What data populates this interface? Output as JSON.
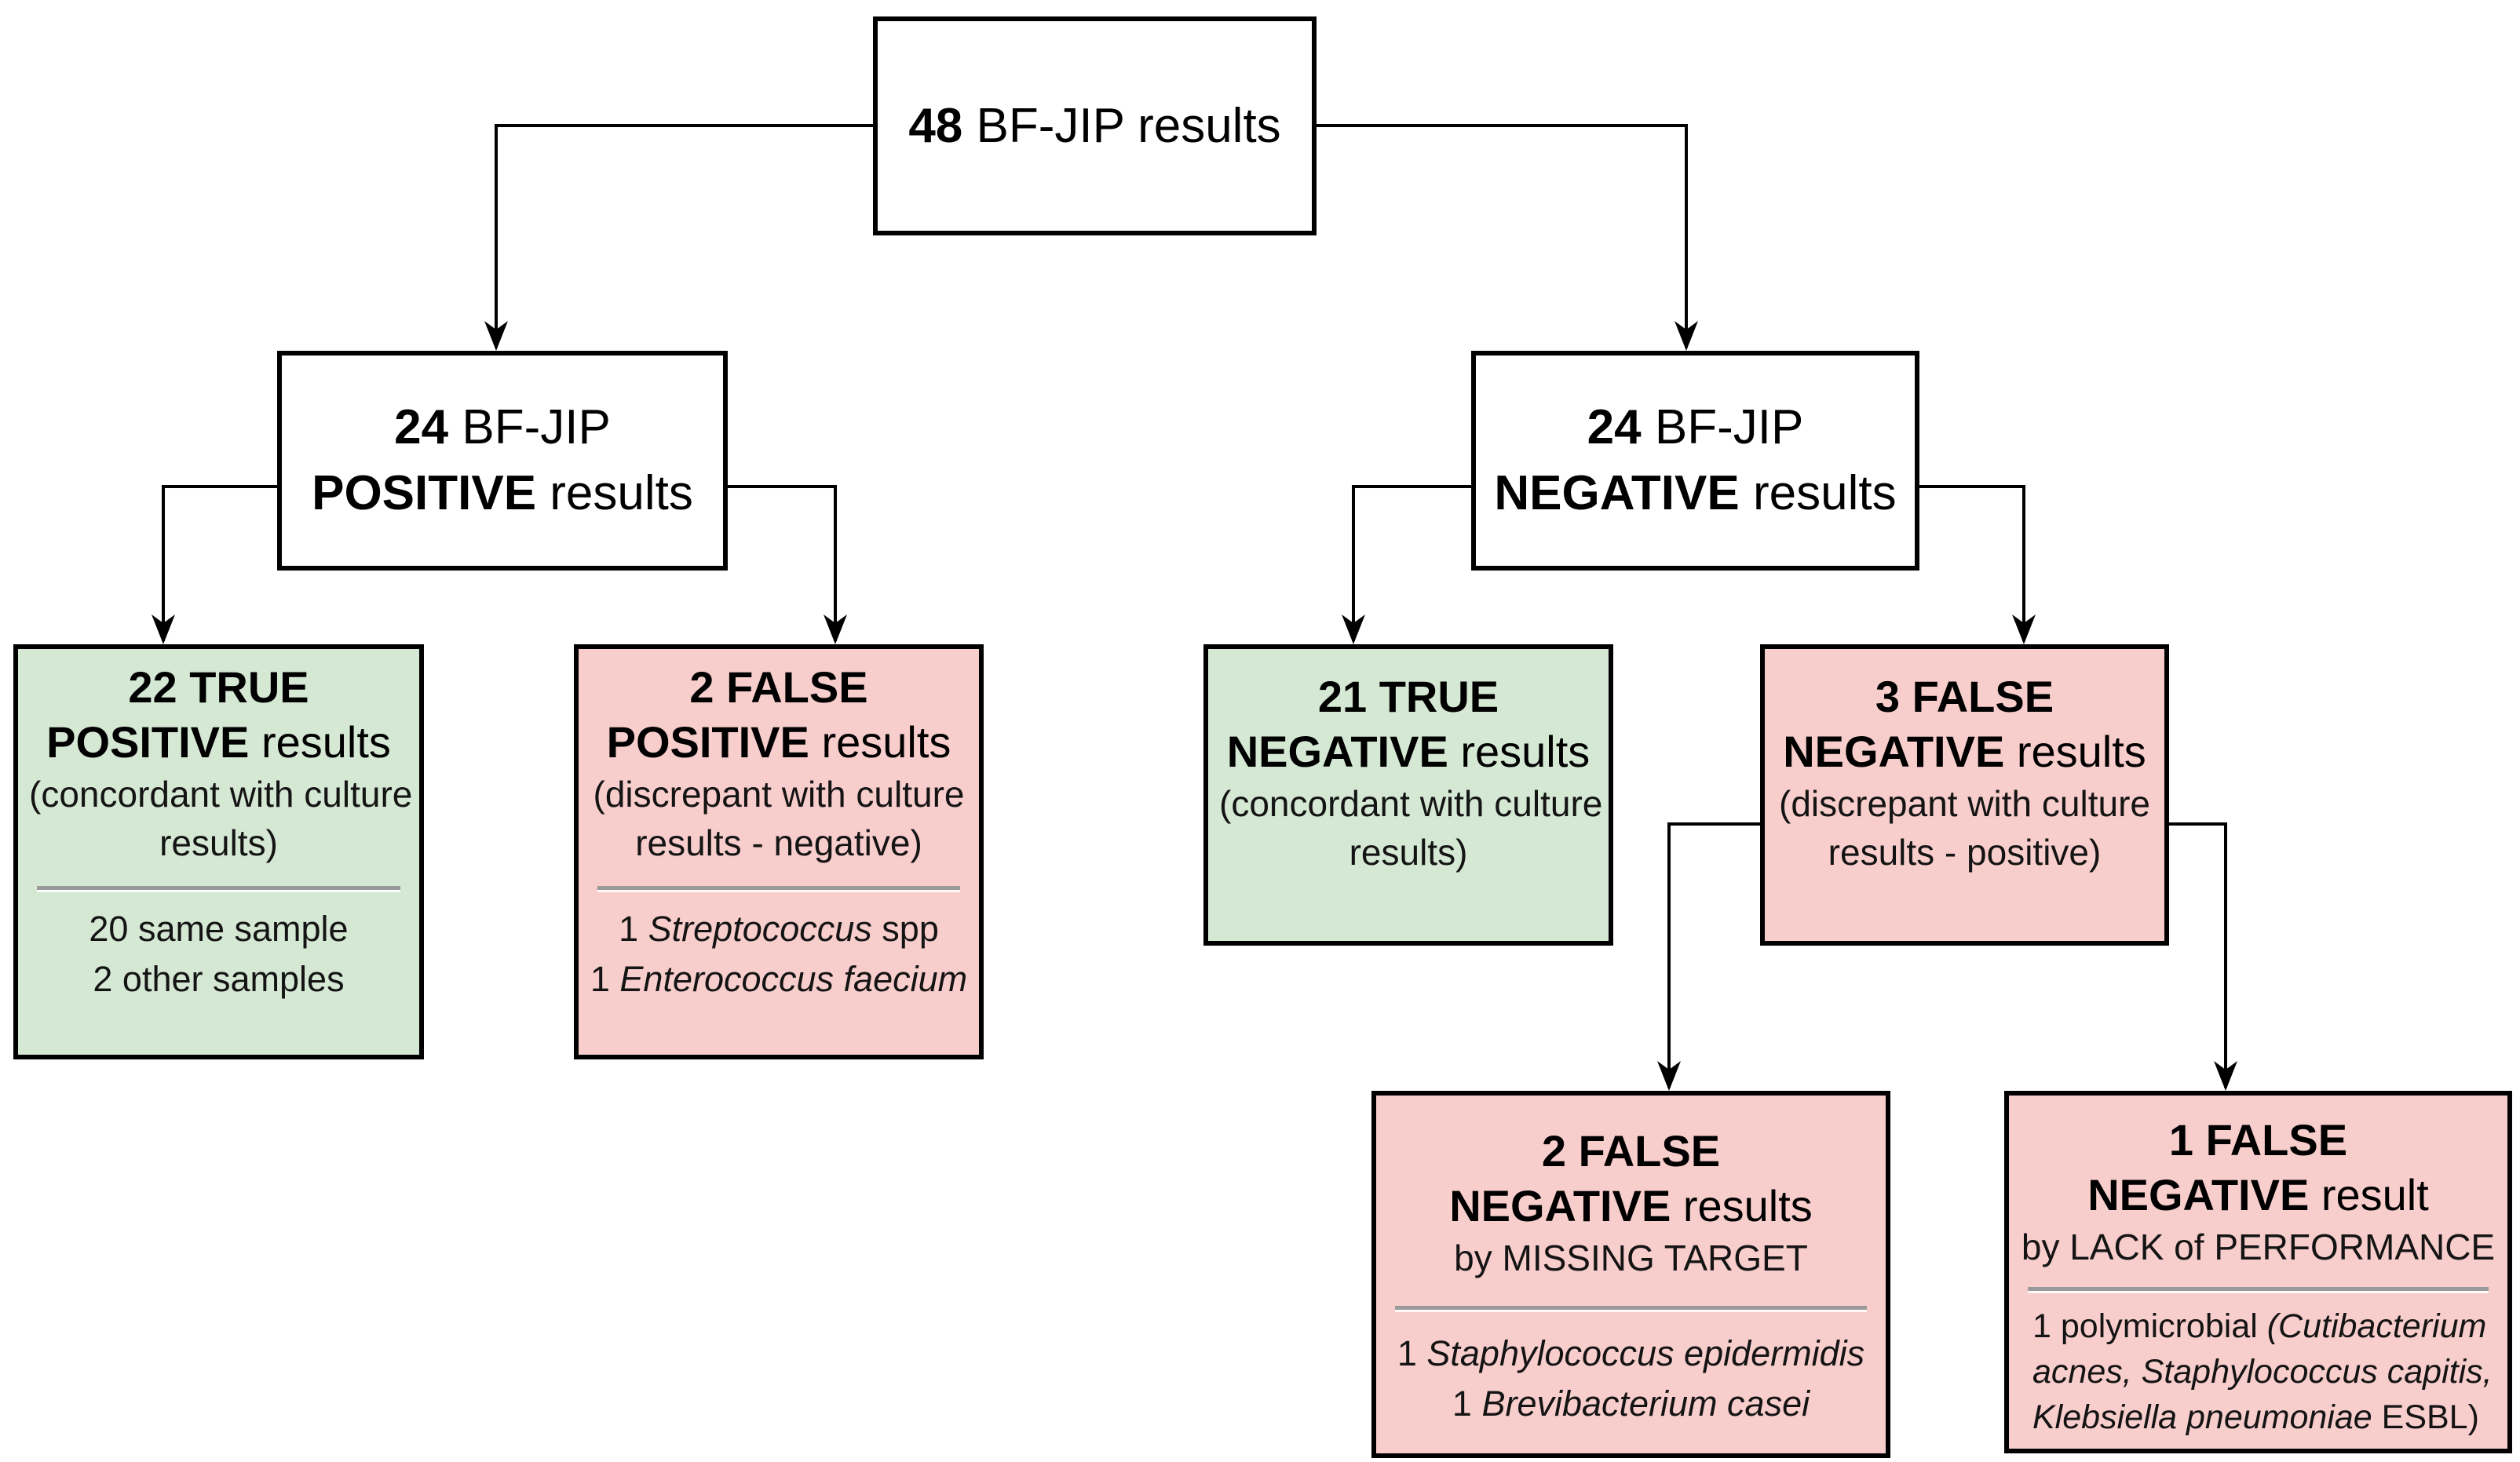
{
  "diagram": {
    "type": "flowchart",
    "description_colors": {
      "concordant_fill": "#d5e8d4",
      "discrepant_fill": "#f8cecc",
      "neutral_fill": "#ffffff",
      "border": "#000000",
      "divider": "#9a9a9a",
      "background": "#ffffff"
    },
    "nodes": {
      "root": {
        "count": "48",
        "rest": " BF-JIP results"
      },
      "pos": {
        "count": "24",
        "rest": " BF-JIP",
        "line2_bold": "POSITIVE",
        "line2_rest": " results"
      },
      "neg": {
        "count": "24",
        "rest": " BF-JIP",
        "line2_bold": "NEGATIVE",
        "line2_rest": " results"
      },
      "tp": {
        "title_line1": "22 TRUE",
        "title_bold2": "POSITIVE",
        "title_rest": " results",
        "sub_line1": "(concordant with culture",
        "sub_line2": "results)",
        "detail_line1": "20 same sample",
        "detail_line2": "2 other samples"
      },
      "fp": {
        "title_line1": "2 FALSE",
        "title_bold2": "POSITIVE",
        "title_rest": " results",
        "sub_line1": "(discrepant with culture",
        "sub_line2": "results - negative)",
        "detail1_prefix": "1 ",
        "detail1_italic": "Streptococcus",
        "detail1_suffix": " spp",
        "detail2_prefix": "1 ",
        "detail2_italic": "Enterococcus faecium"
      },
      "tn": {
        "title_line1": "21 TRUE",
        "title_bold2": "NEGATIVE",
        "title_rest": " results",
        "sub_line1": "(concordant with culture",
        "sub_line2": "results)"
      },
      "fn": {
        "title_line1": "3 FALSE",
        "title_bold2": "NEGATIVE",
        "title_rest": " results",
        "sub_line1": "(discrepant with culture",
        "sub_line2": "results - positive)"
      },
      "fn_missing": {
        "title_line1": "2 FALSE",
        "title_bold2": "NEGATIVE",
        "title_rest": " results",
        "sub_line1": "by MISSING TARGET",
        "detail1_prefix": "1 ",
        "detail1_italic": "Staphylococcus epidermidis",
        "detail2_prefix": "1 ",
        "detail2_italic": "Brevibacterium casei"
      },
      "fn_lack": {
        "title_line1": "1 FALSE",
        "title_bold2": "NEGATIVE",
        "title_rest": " result",
        "sub_line1": "by LACK of PERFORMANCE",
        "detail_line1_prefix": "1 polymicrobial ",
        "detail_line1_italic": "(Cutibacterium",
        "detail_line2_italic": "acnes, Staphylococcus capitis,",
        "detail_line3_italic": "Klebsiella pneumoniae",
        "detail_line3_suffix": " ESBL)"
      }
    }
  }
}
